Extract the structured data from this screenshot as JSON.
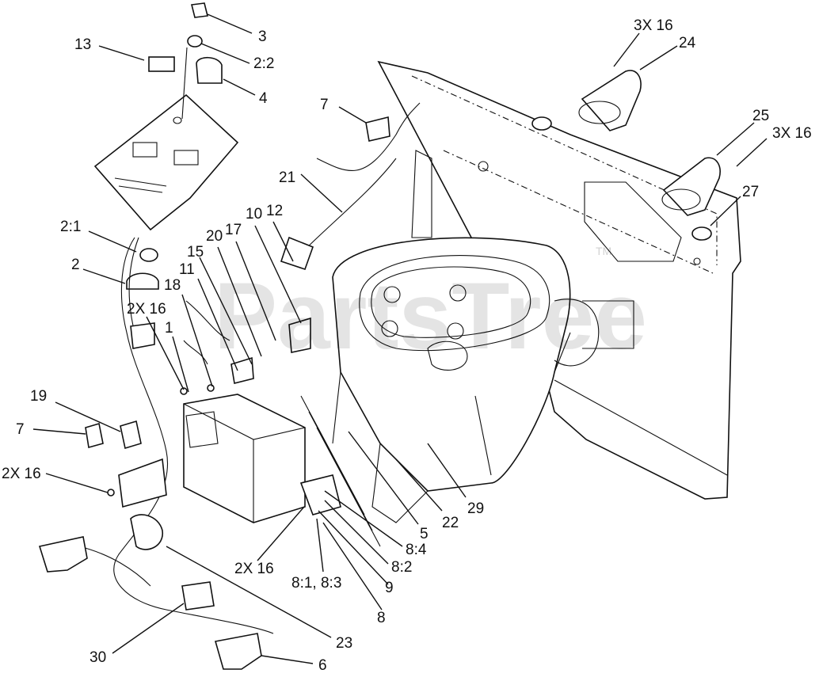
{
  "watermark": {
    "text": "PartsTree",
    "tm": "TM"
  },
  "callouts": [
    {
      "id": "c3",
      "text": "3"
    },
    {
      "id": "c2_2",
      "text": "2:2"
    },
    {
      "id": "c4",
      "text": "4"
    },
    {
      "id": "c13",
      "text": "13"
    },
    {
      "id": "c7a",
      "text": "7"
    },
    {
      "id": "c3x16a",
      "text": "3X 16"
    },
    {
      "id": "c24",
      "text": "24"
    },
    {
      "id": "c25",
      "text": "25"
    },
    {
      "id": "c3x16b",
      "text": "3X 16"
    },
    {
      "id": "c27",
      "text": "27"
    },
    {
      "id": "c21",
      "text": "21"
    },
    {
      "id": "c2_1",
      "text": "2:1"
    },
    {
      "id": "c2",
      "text": "2"
    },
    {
      "id": "c15",
      "text": "15"
    },
    {
      "id": "c20",
      "text": "20"
    },
    {
      "id": "c17",
      "text": "17"
    },
    {
      "id": "c10",
      "text": "10"
    },
    {
      "id": "c12",
      "text": "12"
    },
    {
      "id": "c18",
      "text": "18"
    },
    {
      "id": "c11",
      "text": "11"
    },
    {
      "id": "c2x16a",
      "text": "2X 16"
    },
    {
      "id": "c1",
      "text": "1"
    },
    {
      "id": "c19",
      "text": "19"
    },
    {
      "id": "c7b",
      "text": "7"
    },
    {
      "id": "c2x16b",
      "text": "2X 16"
    },
    {
      "id": "c5",
      "text": "5"
    },
    {
      "id": "c22",
      "text": "22"
    },
    {
      "id": "c29",
      "text": "29"
    },
    {
      "id": "c8_4",
      "text": "8:4"
    },
    {
      "id": "c8_2",
      "text": "8:2"
    },
    {
      "id": "c9",
      "text": "9"
    },
    {
      "id": "c2x16c",
      "text": "2X 16"
    },
    {
      "id": "c8_1_3",
      "text": "8:1, 8:3"
    },
    {
      "id": "c8",
      "text": "8"
    },
    {
      "id": "c23",
      "text": "23"
    },
    {
      "id": "c30",
      "text": "30"
    },
    {
      "id": "c6",
      "text": "6"
    }
  ]
}
